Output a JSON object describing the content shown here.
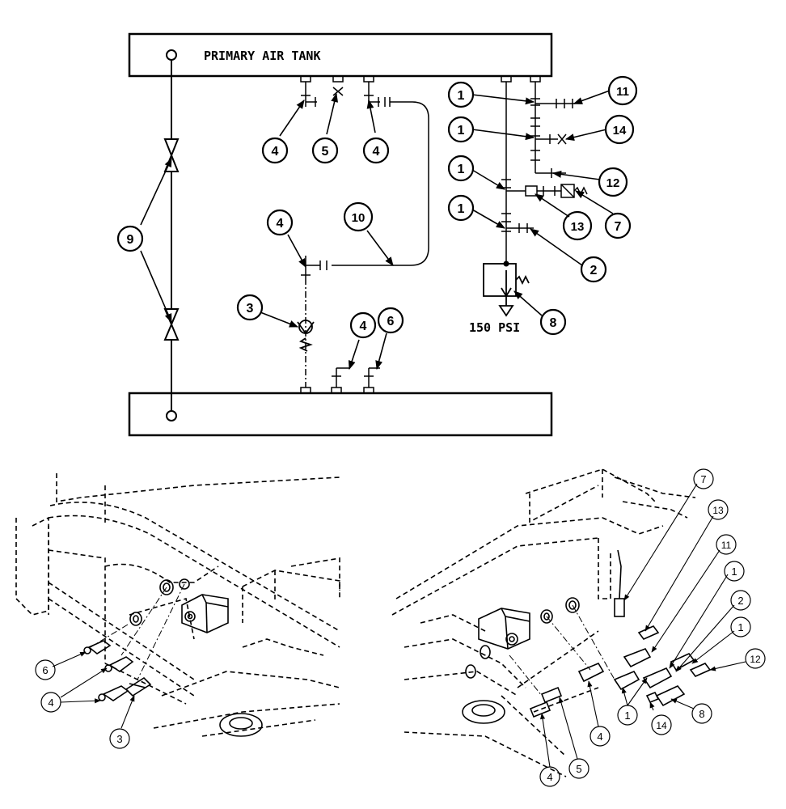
{
  "schematic": {
    "primary_tank_label": "PRIMARY AIR TANK",
    "pressure_label": "150 PSI",
    "callouts": [
      "1",
      "1",
      "1",
      "1",
      "2",
      "3",
      "4",
      "4",
      "4",
      "4",
      "5",
      "6",
      "7",
      "8",
      "9",
      "10",
      "11",
      "12",
      "13",
      "14"
    ]
  },
  "left_view": {
    "callouts": [
      "6",
      "4",
      "3"
    ]
  },
  "right_view": {
    "callouts": [
      "7",
      "13",
      "11",
      "1",
      "2",
      "1",
      "12",
      "1",
      "14",
      "8",
      "4",
      "5",
      "4"
    ]
  }
}
